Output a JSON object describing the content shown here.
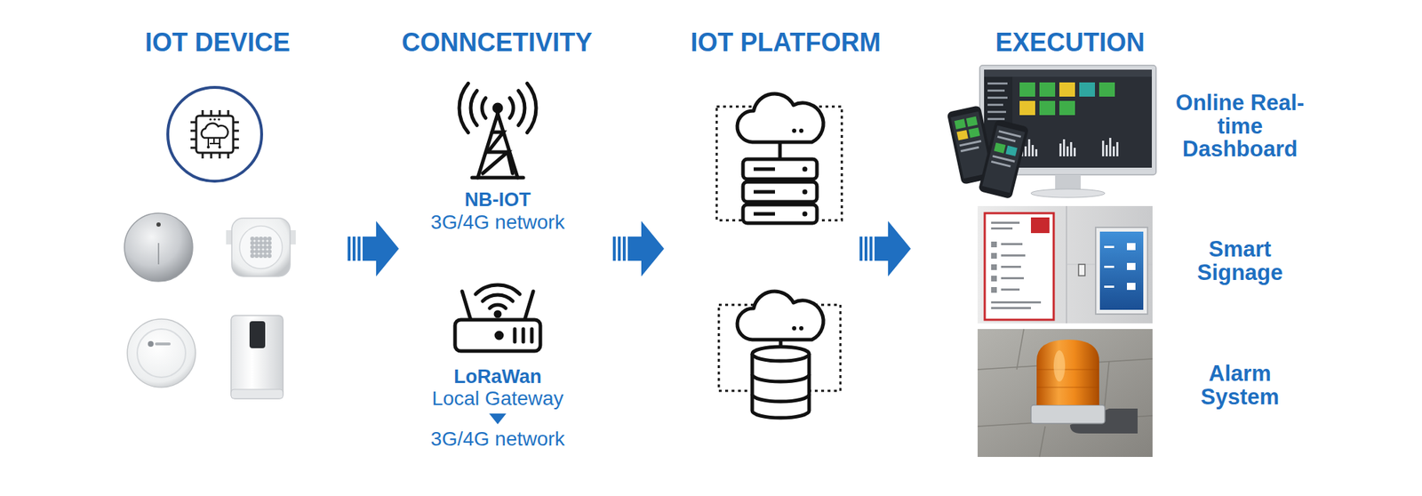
{
  "diagram": {
    "labels": [
      "IOT DEVICE",
      "CONNCETIVITY",
      "IOT PLATFORM",
      "EXECUTION",
      "NB-IOT",
      "3G/4G network",
      "LoRaWan",
      "Local Gateway",
      "3G/4G network",
      "Online Real-time Dashboard",
      "Smart Signage",
      "Alarm System"
    ]
  }
}
